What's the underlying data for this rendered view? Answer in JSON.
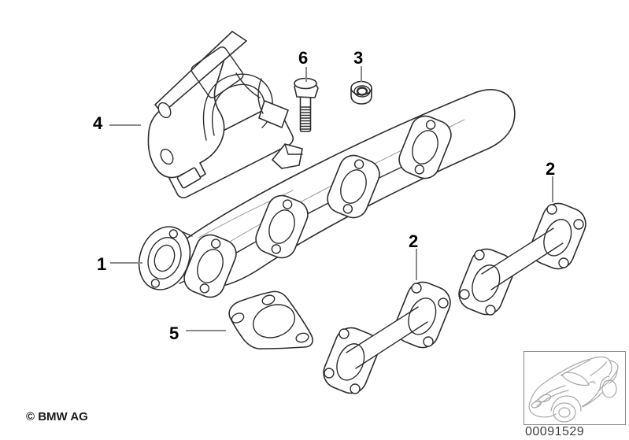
{
  "callouts": {
    "c1": "1",
    "c2_left": "2",
    "c2_right": "2",
    "c3": "3",
    "c4": "4",
    "c5": "5",
    "c6": "6"
  },
  "footer": {
    "copyright": "© BMW AG"
  },
  "thumbnail": {
    "diagram_number": "00091529",
    "icon": "bmw-coupe-sketch"
  },
  "colors": {
    "line": "#2d2d2d",
    "leader": "#8a8a8a",
    "label_text": "#000000",
    "car_sketch": "#a9a9a9",
    "number_text": "#3d3d3d",
    "background": "#ffffff"
  }
}
